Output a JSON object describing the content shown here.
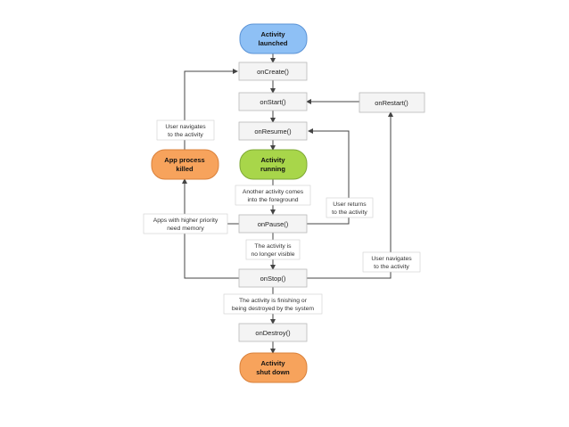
{
  "nodes": {
    "activity_launched": [
      "Activity",
      "launched"
    ],
    "on_create": "onCreate()",
    "on_start": "onStart()",
    "on_restart": "onRestart()",
    "on_resume": "onResume()",
    "activity_running": [
      "Activity",
      "running"
    ],
    "app_process_killed": [
      "App process",
      "killed"
    ],
    "on_pause": "onPause()",
    "on_stop": "onStop()",
    "on_destroy": "onDestroy()",
    "activity_shut_down": [
      "Activity",
      "shut down"
    ]
  },
  "notes": {
    "user_navigates_top": [
      "User navigates",
      "to the activity"
    ],
    "another_activity": [
      "Another activity comes",
      "into the foreground"
    ],
    "user_returns": [
      "User returns",
      "to the activity"
    ],
    "apps_higher_priority": [
      "Apps with higher priority",
      "need memory"
    ],
    "no_longer_visible": [
      "The activity is",
      "no longer visible"
    ],
    "user_navigates_right": [
      "User navigates",
      "to the activity"
    ],
    "finishing": [
      "The activity is finishing or",
      "being destroyed by the system"
    ]
  },
  "colors": {
    "launched_fill": "#8ec0f5",
    "launched_stroke": "#5b93d6",
    "running_fill": "#a8d64a",
    "running_stroke": "#7ea836",
    "killed_fill": "#f7a35c",
    "killed_stroke": "#d9803a",
    "shutdown_fill": "#f7a35c",
    "shutdown_stroke": "#d9803a"
  }
}
